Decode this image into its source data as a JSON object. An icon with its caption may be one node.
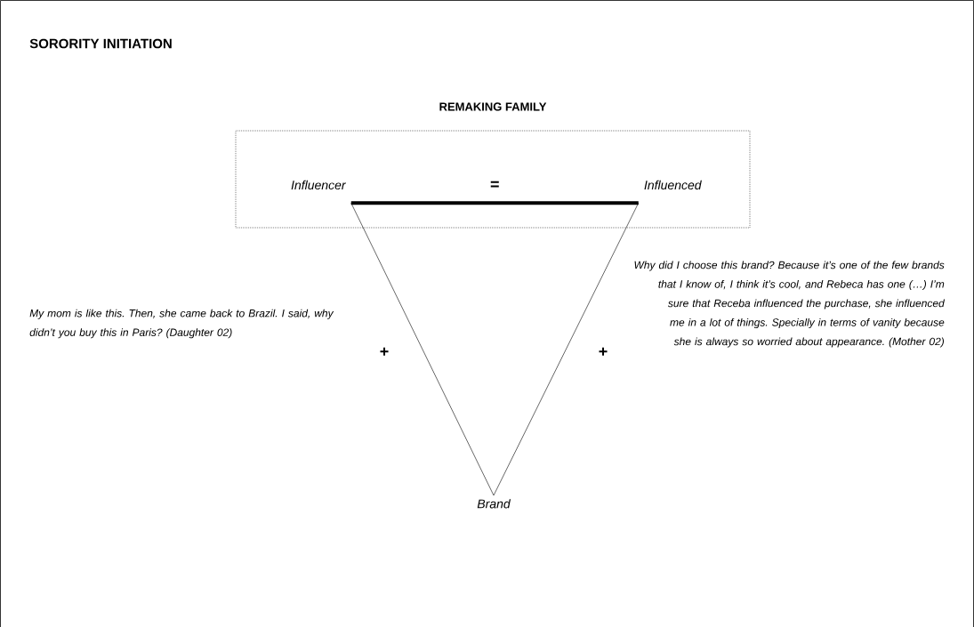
{
  "diagram": {
    "title": "SORORITY INITIATION",
    "nodes": [
      {
        "text": [
          "REMAKING FAMILY"
        ]
      },
      {
        "text": [
          "Influencer"
        ],
        "in": 0
      },
      {
        "text": [
          "Influenced"
        ],
        "in": 0
      },
      {
        "text": [
          "Brand"
        ]
      }
    ],
    "edges": [
      {
        "from": 1,
        "to": 2,
        "arrow": "none",
        "label": "=",
        "style": "thick"
      },
      {
        "from": 1,
        "to": 3,
        "arrow": "none"
      },
      {
        "from": 2,
        "to": 3,
        "arrow": "none"
      }
    ],
    "labels": [
      "My mom is like this. Then, she came back to Brazil. I said, why didn’t you buy this in Paris? (Daughter 02)",
      "+",
      "+",
      "Why did I choose this brand? Because it’s one of the few brands that I know of, I think it’s cool, and Rebeca has one (…) I’m sure that Receba influenced the purchase, she influenced me in a lot of things. Specially in terms of vanity because she is always so worried about appearance. (Mother 02)"
    ]
  }
}
